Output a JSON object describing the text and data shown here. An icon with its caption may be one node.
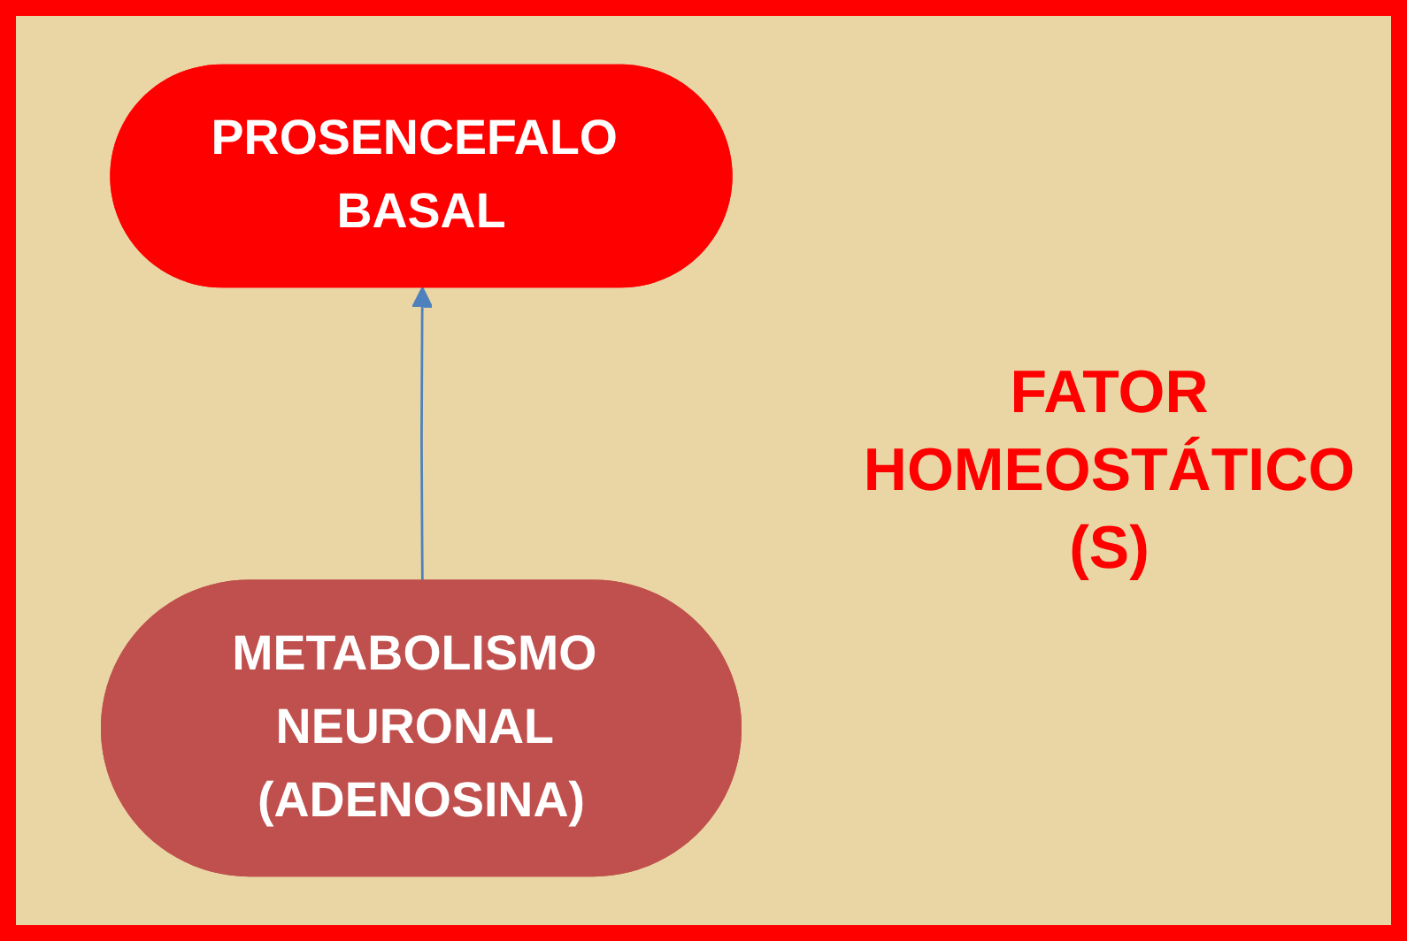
{
  "diagram": {
    "nodes": [
      {
        "text": [
          "METABOLISMO NEURONAL (ADENOSINA)"
        ]
      },
      {
        "text": [
          "PROSENCEFALO BASAL"
        ]
      }
    ],
    "edges": [
      {
        "from": 0,
        "to": 1,
        "arrow": "to",
        "color": "#4f81bd"
      }
    ],
    "labels": [
      "FATOR HOMEOSTÁTICO (S)"
    ]
  }
}
